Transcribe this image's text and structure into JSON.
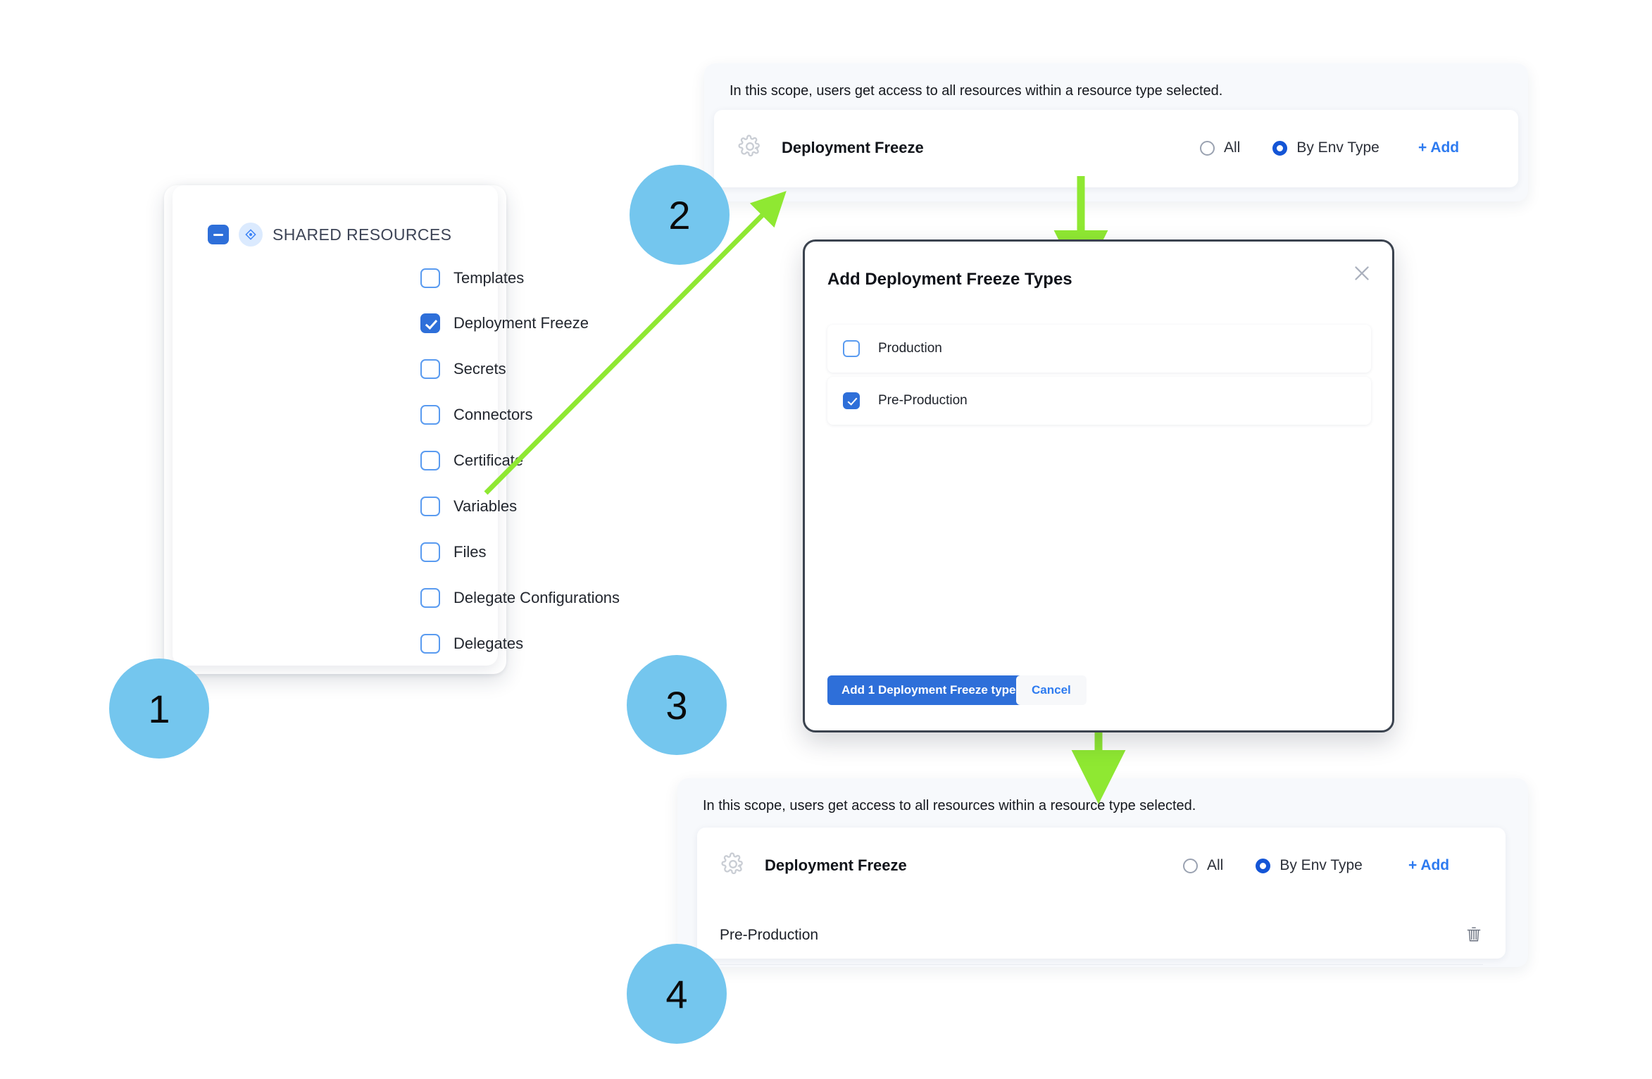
{
  "steps": [
    {
      "number": "1"
    },
    {
      "number": "2"
    },
    {
      "number": "3"
    },
    {
      "number": "4"
    }
  ],
  "resource_tree": {
    "header": {
      "label": "SHARED RESOURCES",
      "collapse_icon": "minus-square-icon",
      "group_icon": "resource-node-icon"
    },
    "items": [
      {
        "label": "Templates",
        "checked": false
      },
      {
        "label": "Deployment Freeze",
        "checked": true
      },
      {
        "label": "Secrets",
        "checked": false
      },
      {
        "label": "Connectors",
        "checked": false
      },
      {
        "label": "Certificate",
        "checked": false
      },
      {
        "label": "Variables",
        "checked": false
      },
      {
        "label": "Files",
        "checked": false
      },
      {
        "label": "Delegate Configurations",
        "checked": false
      },
      {
        "label": "Delegates",
        "checked": false
      }
    ]
  },
  "scope_panel_before": {
    "note": "In this scope, users get access to all resources within a resource type selected.",
    "resource": {
      "icon": "gear-icon",
      "title": "Deployment Freeze",
      "options": [
        {
          "label": "All",
          "selected": false
        },
        {
          "label": "By Env Type",
          "selected": true
        }
      ],
      "add_label": "+ Add"
    },
    "chips": []
  },
  "scope_panel_after": {
    "note": "In this scope, users get access to all resources within a resource type selected.",
    "resource": {
      "icon": "gear-icon",
      "title": "Deployment Freeze",
      "options": [
        {
          "label": "All",
          "selected": false
        },
        {
          "label": "By Env Type",
          "selected": true
        }
      ],
      "add_label": "+ Add"
    },
    "chips": [
      {
        "label": "Pre-Production",
        "delete_icon": "trash-icon"
      }
    ]
  },
  "modal": {
    "title": "Add Deployment Freeze Types",
    "close_icon": "close-icon",
    "options": [
      {
        "label": "Production",
        "checked": false
      },
      {
        "label": "Pre-Production",
        "checked": true
      }
    ],
    "primary_button": "Add 1 Deployment Freeze type",
    "secondary_button": "Cancel"
  },
  "colors": {
    "badge": "#74c6ee",
    "arrow": "#8fe832",
    "accent_blue": "#2e6fd9",
    "link_blue": "#2e7bf0",
    "panel_bg": "#f7f9fc",
    "modal_border": "#3b434f"
  }
}
